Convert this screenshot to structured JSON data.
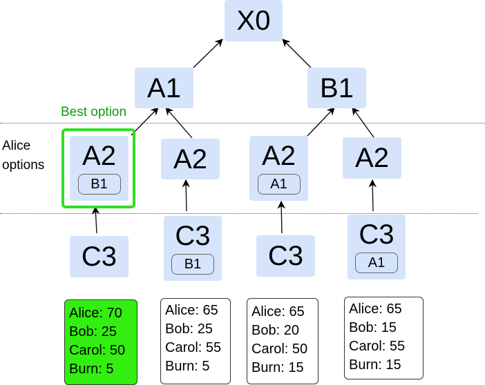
{
  "labels": {
    "best_option": "Best option",
    "alice_options": [
      "Alice",
      "options"
    ]
  },
  "colors": {
    "node_fill": "#d5e4fb",
    "highlight": "#33dd22",
    "best_score_fill": "#33ee11",
    "best_label": "#119911"
  },
  "nodes": {
    "x0": {
      "label": "X0"
    },
    "a1": {
      "label": "A1"
    },
    "b1": {
      "label": "B1"
    },
    "a2_1": {
      "label": "A2",
      "sub": "B1"
    },
    "a2_2": {
      "label": "A2"
    },
    "a2_3": {
      "label": "A2",
      "sub": "A1"
    },
    "a2_4": {
      "label": "A2"
    },
    "c3_1": {
      "label": "C3"
    },
    "c3_2": {
      "label": "C3",
      "sub": "B1"
    },
    "c3_3": {
      "label": "C3"
    },
    "c3_4": {
      "label": "C3",
      "sub": "A1"
    }
  },
  "scores": [
    {
      "best": true,
      "lines": [
        "Alice: 70",
        "Bob: 25",
        "Carol: 50",
        "Burn: 5"
      ]
    },
    {
      "best": false,
      "lines": [
        "Alice: 65",
        "Bob: 25",
        "Carol: 55",
        "Burn: 5"
      ]
    },
    {
      "best": false,
      "lines": [
        "Alice: 65",
        "Bob: 20",
        "Carol: 50",
        "Burn: 15"
      ]
    },
    {
      "best": false,
      "lines": [
        "Alice: 65",
        "Bob: 15",
        "Carol: 55",
        "Burn: 15"
      ]
    }
  ]
}
